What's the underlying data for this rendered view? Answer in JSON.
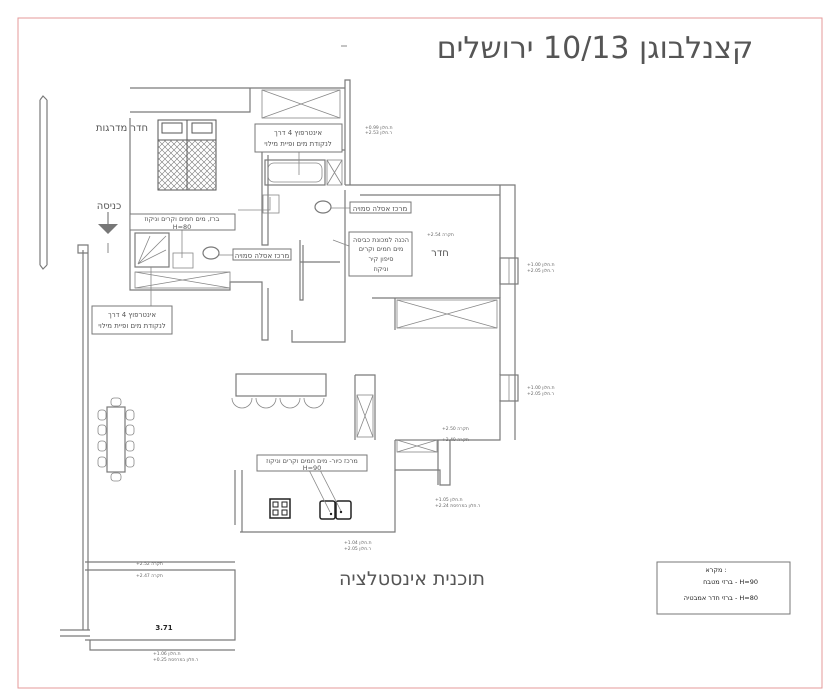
{
  "title": "קצנלבוגן 10/13 ירושלים",
  "subtitle": "תוכנית אינסטלציה",
  "rooms": {
    "stairwell": "חדר מדרגות",
    "entrance": "כניסה",
    "room": "חדר"
  },
  "callouts": {
    "interpoz_top": [
      "אינטרפוץ 4 דרך",
      "לנקודת מים ופיית מילוי"
    ],
    "interpoz_bottom": [
      "אינטרפוץ 4 דרך",
      "לנקודת מים ופיית מילוי"
    ],
    "faucet_bath": [
      "ברז, מים חמים וקרים וניקוז",
      "H=80"
    ],
    "toilet_1": "מרכז אסלה סמויה",
    "toilet_2": "מרכז אסלה סמויה",
    "washer": [
      "הכנה למכונת כביסה",
      "מים חמים וקרים",
      "סיפון קיר",
      "וניקוז"
    ],
    "kitchen_sink": [
      "מרכז כיור- מים חמים וקרים וניקוז",
      "H=90"
    ]
  },
  "legend": {
    "title": "מקרא :",
    "items": [
      "ברזי מטבח - H=90",
      "ברזי חדר אמבטיה - H=80"
    ]
  },
  "elevations": {
    "top_window": [
      "+0.99 ת.חלון",
      "+2.53 ר.חלון"
    ],
    "room_ceiling": "+2.54 תקרה",
    "room_window": [
      "+1.00 ת.חלון",
      "+2.05 ר.חלון"
    ],
    "living_window": [
      "+1.00 ת.חלון",
      "+2.05 ר.חלון"
    ],
    "ceiling_250": "+2.50 תקרה",
    "ceiling_240": "+2.40 תקרה",
    "kitchen_window": [
      "+1.05 ת.חלון",
      "+2.24 ר.חלון במרפסת"
    ],
    "sink_window": [
      "+1.04 ת.חלון",
      "+2.05 ר.חלון"
    ],
    "balcony_ceiling_1": "+2.52 תקרה",
    "balcony_ceiling_2": "+2.47 תקרה",
    "balcony_width": "3.71",
    "balcony_window": [
      "+1.06 ת.חלון",
      "+0.25 ר.חלון במרפסת"
    ]
  },
  "colors": {
    "frame": "#e59a9a",
    "lines": "#7a7a7a"
  }
}
